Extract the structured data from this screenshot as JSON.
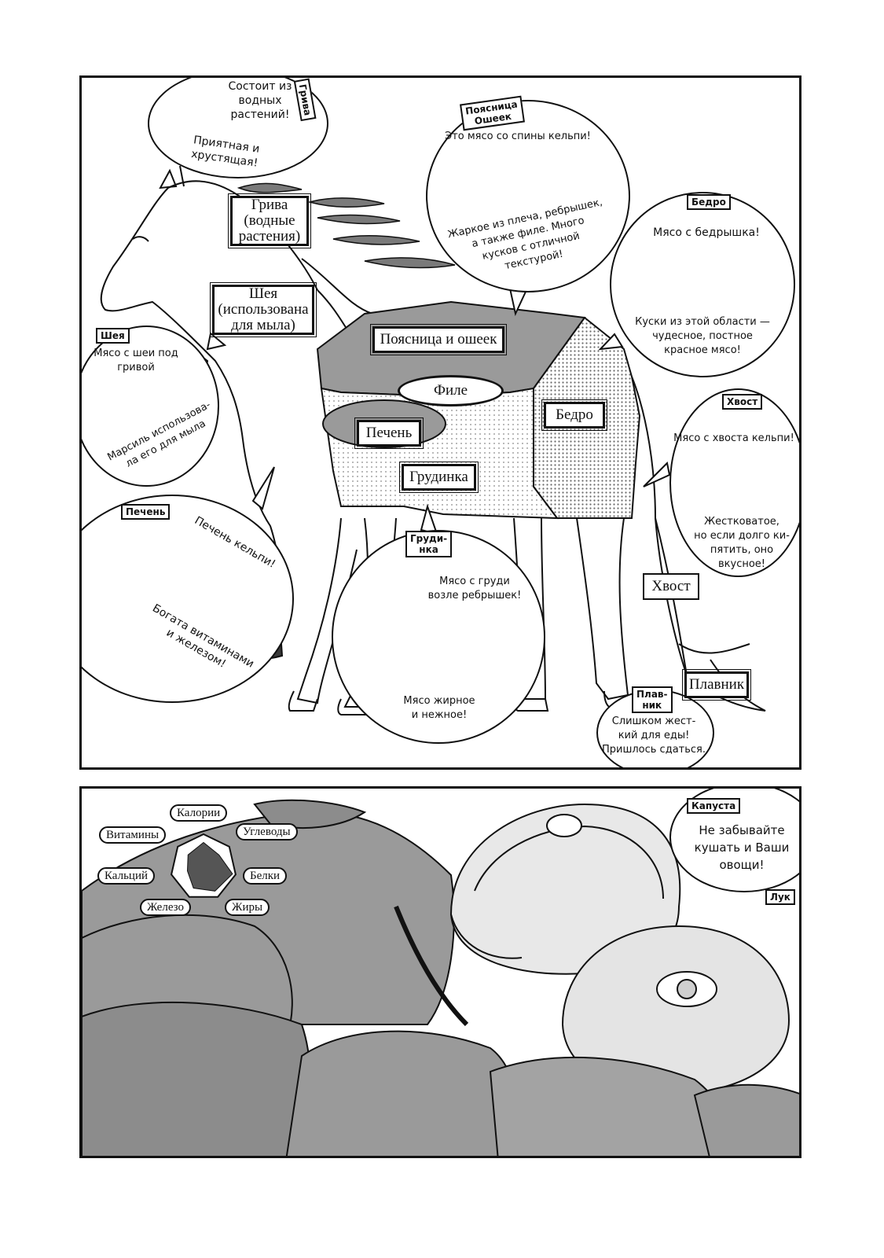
{
  "colors": {
    "ink": "#111111",
    "cut_fill": "#9a9a9a",
    "dots": "#6a6a6a",
    "veg_gray": "#8c8c8c",
    "paper": "#ffffff"
  },
  "diagram": {
    "labels": {
      "mane": "Грива\n(водные\nрастения)",
      "neck": "Шея\n(использована\nдля мыла)",
      "loin": "Поясница и ошеек",
      "fillet": "Филе",
      "liver": "Печень",
      "brisket": "Грудинка",
      "thigh": "Бедро",
      "tail": "Хвост",
      "fin": "Плавник"
    },
    "bubbles": {
      "mane": {
        "tag": "Грива",
        "text1": "Состоит из\nводных\nрастений!",
        "text2": "Приятная и\nхрустящая!"
      },
      "loin": {
        "tag": "Поясница\nОшеек",
        "text1": "Это мясо со спины кельпи!",
        "text2": "Жаркое из плеча, ребрышек,\nа также филе. Много\nкусков с отличной\nтекстурой!"
      },
      "thigh": {
        "tag": "Бедро",
        "text1": "Мясо с бедрышка!",
        "text2": "Куски из этой области —\nчудесное, постное\nкрасное мясо!"
      },
      "neck": {
        "tag": "Шея",
        "text1": "Мясо с шеи под\nгривой",
        "text2": "Марсиль использова-\nла его для мыла"
      },
      "tail": {
        "tag": "Хвост",
        "text1": "Мясо с хвоста кельпи!",
        "text2": "Жестковатое,\nно если долго ки-\nпятить, оно\nвкусное!"
      },
      "liver": {
        "tag": "Печень",
        "text1": "Печень кельпи!",
        "text2": "Богата витаминами\nи железом!"
      },
      "brisket": {
        "tag": "Груди-\nнка",
        "text1": "Мясо с груди\nвозле ребрышек!",
        "text2": "Мясо жирное\nи нежное!"
      },
      "fin": {
        "tag": "Плав-\nник",
        "text1": "Слишком жест-\nкий для еды!\nПришлось сдаться."
      }
    }
  },
  "nutrition": {
    "labels": [
      "Калории",
      "Углеводы",
      "Белки",
      "Жиры",
      "Железо",
      "Кальций",
      "Витамины"
    ],
    "values": [
      0.75,
      0.6,
      0.9,
      0.8,
      0.7,
      0.5,
      0.6
    ]
  },
  "vegetables": {
    "cabbage_tag": "Капуста",
    "cabbage_text": "Не забывайте\nкушать и Ваши\nовощи!",
    "onion_tag": "Лук"
  }
}
